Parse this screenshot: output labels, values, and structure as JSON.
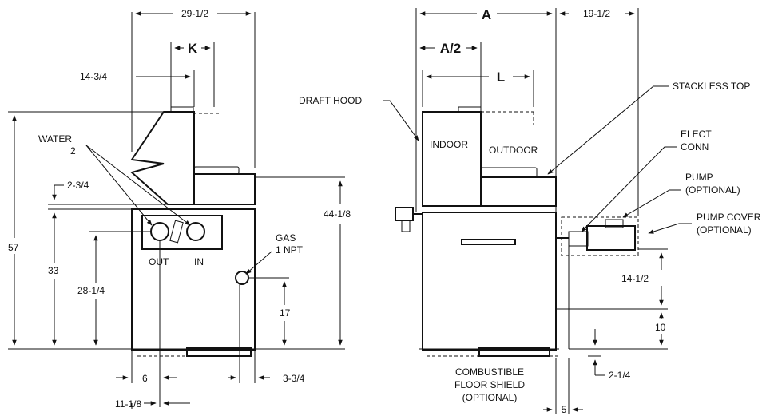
{
  "left_view": {
    "dims": {
      "overall_width": "29-1/2",
      "k": "K",
      "d_14_3_4": "14-3/4",
      "d_2_3_4": "2-3/4",
      "height_57": "57",
      "height_33": "33",
      "height_28_1_4": "28-1/4",
      "height_44_1_8": "44-1/8",
      "height_17": "17",
      "d_6": "6",
      "d_11_1_8": "11-1/8",
      "d_3_3_4": "3-3/4"
    },
    "labels": {
      "water": "WATER",
      "water_size": "2",
      "out": "OUT",
      "in": "IN",
      "gas": "GAS",
      "gas_size": "1 NPT"
    }
  },
  "right_view": {
    "dims": {
      "a": "A",
      "a_half": "A/2",
      "l": "L",
      "d_19_1_2": "19-1/2",
      "d_14_1_2": "14-1/2",
      "d_10": "10",
      "d_2_1_4": "2-1/4",
      "d_5": "5"
    },
    "labels": {
      "draft_hood": "DRAFT HOOD",
      "stackless_top": "STACKLESS TOP",
      "indoor": "INDOOR",
      "outdoor": "OUTDOOR",
      "elect_conn_1": "ELECT",
      "elect_conn_2": "CONN",
      "pump_1": "PUMP",
      "pump_2": "(OPTIONAL)",
      "pump_cover_1": "PUMP COVER",
      "pump_cover_2": "(OPTIONAL)",
      "floor_shield_1": "COMBUSTIBLE",
      "floor_shield_2": "FLOOR SHIELD",
      "floor_shield_3": "(OPTIONAL)"
    }
  }
}
